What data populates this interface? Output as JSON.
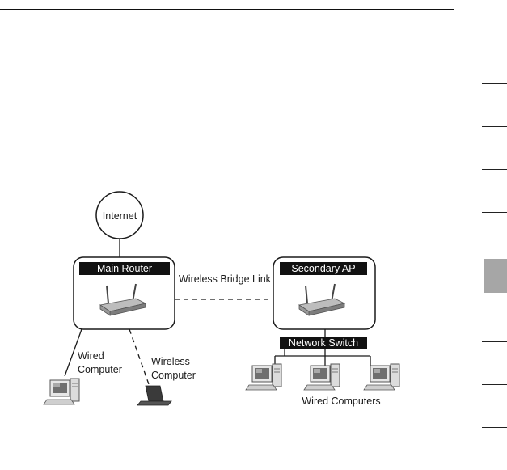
{
  "labels": {
    "internet": "Internet",
    "main_router": "Main Router",
    "bridge_link": "Wireless Bridge Link",
    "secondary_ap": "Secondary AP",
    "network_switch": "Network Switch",
    "wired_computer_line1": "Wired",
    "wired_computer_line2": "Computer",
    "wireless_computer_line1": "Wireless",
    "wireless_computer_line2": "Computer",
    "wired_computers": "Wired Computers"
  },
  "colors": {
    "line": "#1a1a1a",
    "label_box": "#111111",
    "section_tab": "#a6a6a6"
  }
}
